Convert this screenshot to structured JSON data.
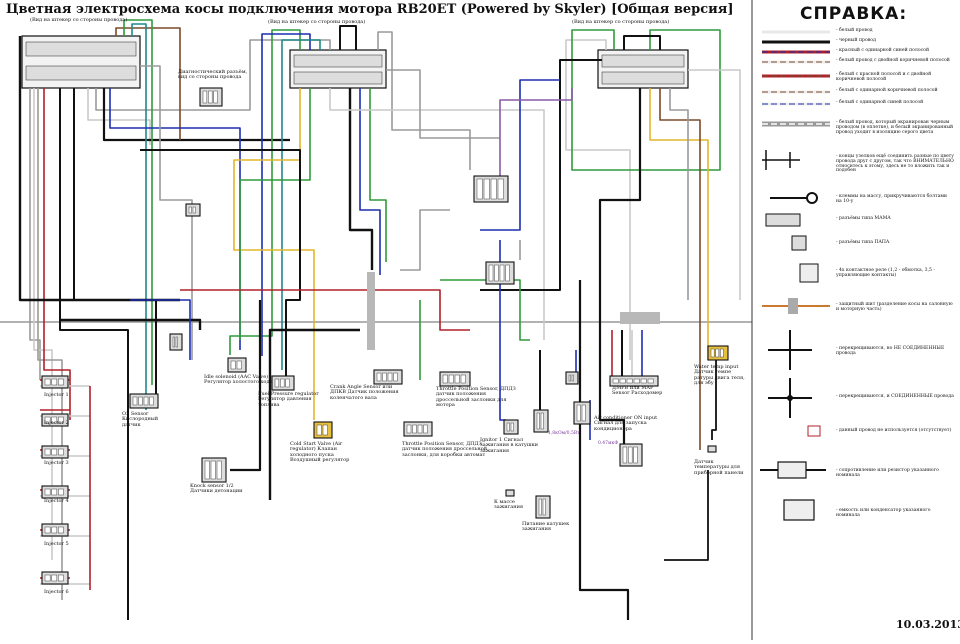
{
  "title": "Цветная электросхема косы подключения мотора RB20ET (Powered by Skyler)   [Общая версия]",
  "date": "10.03.2013",
  "headers": {
    "left": "(Вид на штекер со стороны провода)",
    "middle": "(Вид на штекер со стороны провода)",
    "right": "(Вид на штекер со стороны провода)"
  },
  "components": {
    "diag_connector": "Диагностический разъём, вид со стороны провода",
    "iacv": "Idle solenoid (AAC Valve) Регулятор холостого хода",
    "fuel_pressure": "Fuel Pressure regulator Регулятор давления топлива",
    "o2_sensor": "O2 Sensor Кислородный датчик",
    "cas": "Crank Angle Sensor или ДПКВ Датчик положения коленчатого вала",
    "tps_auto": "Throttle Position Sensor, ДПДЗ датчик положения дроссельной заслонки для мотора",
    "tps_gearbox": "Throttle Position Sensor, ДПДЗ датчик положения дроссельной заслонки, для коробки автомат",
    "cold_start": "Cold Start Valve (Air regulator) Клапан холодного пуска Воздушный регулятор",
    "knock": "Knock sensor 1/2 Датчики детонации",
    "igniter": "Ignitor 1 Сигнал зажигания в катушки зажигания",
    "resistor": "1,8кОм/0,5Вт",
    "ac": "Air conditioner ON input Сигнал для запуска кондиционера",
    "capacitor": "0.47мкФ",
    "maf": "ДМРВ или MAF Sensor Расходомер",
    "water_temp": "Water temp input Датчик темпе ратуры двига теля, для эбу",
    "temp_gauge": "Датчик температуры для приборной панели",
    "coil_mass": "К массе зажигания",
    "coil_power": "Питание катушек зажигания",
    "injectors": [
      "Injector 1",
      "Injector 2",
      "Injector 3",
      "Injector 4",
      "Injector 5",
      "Injector 6"
    ]
  },
  "legend": {
    "title": "СПРАВКА:",
    "items": [
      "- белый провод",
      "- черный провод",
      "- красный с одинарной синей полосой",
      "- белый провод с двойной коричневой полосой",
      "- белый с красной полосой и с двойной коричневой полосой",
      "- белый с одинарной коричневой полосой",
      "- белый с одинарной синей полосой",
      "- белый провод, который экранирован черным проводом (в оплетке), и белый экранированный провод уходит в изоляцию серого цвета",
      "- концы узелков ещё соединить разные по цвету провода друг с другом, так что ВНИМАТЕЛЬНО относитесь к этому, здесь не то вложить так и подобен",
      "- клеммы на массу, прикручиваются болтами на 10-у",
      "- разъёмы типа МАМА",
      "- разъёмы типа ПАПА",
      "- 4х контактное реле (1,2 - обмотка, 3,5 - управляющие контакты)",
      "- защитный шит (разделение косы на салонную и моторную часть)",
      "- перекрещиваются, но НЕ СОЕДИНЕННЫЕ провода",
      "- перекрещиваются, и СОЕДИНЕННЫЕ провода",
      "- данный провод не используется (отсутствует)",
      "- сопротивление или резистор указанного номинала",
      "- емкость или конденсатор указанного номинала"
    ]
  },
  "colors": {
    "black": "#111111",
    "red": "#b0202a",
    "blue": "#1c2fb0",
    "green": "#2f9a3a",
    "teal": "#1f8a8a",
    "brown": "#7a4b2a",
    "orange": "#c97a30",
    "grey": "#9a9a9a",
    "lightgrey": "#c9c9c9",
    "purple": "#8a5aa8",
    "yellow": "#e2b52a"
  }
}
